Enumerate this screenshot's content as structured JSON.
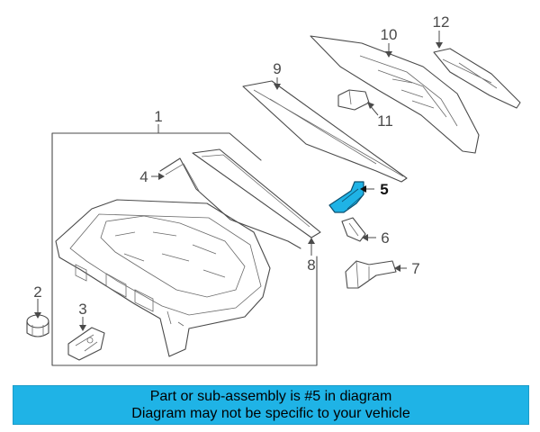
{
  "diagram": {
    "highlight_color": "#1fb3e6",
    "callouts": [
      {
        "id": "1",
        "label": "1"
      },
      {
        "id": "2",
        "label": "2"
      },
      {
        "id": "3",
        "label": "3"
      },
      {
        "id": "4",
        "label": "4"
      },
      {
        "id": "5",
        "label": "5",
        "highlighted": true
      },
      {
        "id": "6",
        "label": "6"
      },
      {
        "id": "7",
        "label": "7"
      },
      {
        "id": "8",
        "label": "8"
      },
      {
        "id": "9",
        "label": "9"
      },
      {
        "id": "10",
        "label": "10"
      },
      {
        "id": "11",
        "label": "11"
      },
      {
        "id": "12",
        "label": "12"
      }
    ]
  },
  "banner": {
    "line1": "Part or sub-assembly is #5 in diagram",
    "line2": "Diagram may not be specific to your vehicle",
    "background": "#1fb3e6"
  }
}
